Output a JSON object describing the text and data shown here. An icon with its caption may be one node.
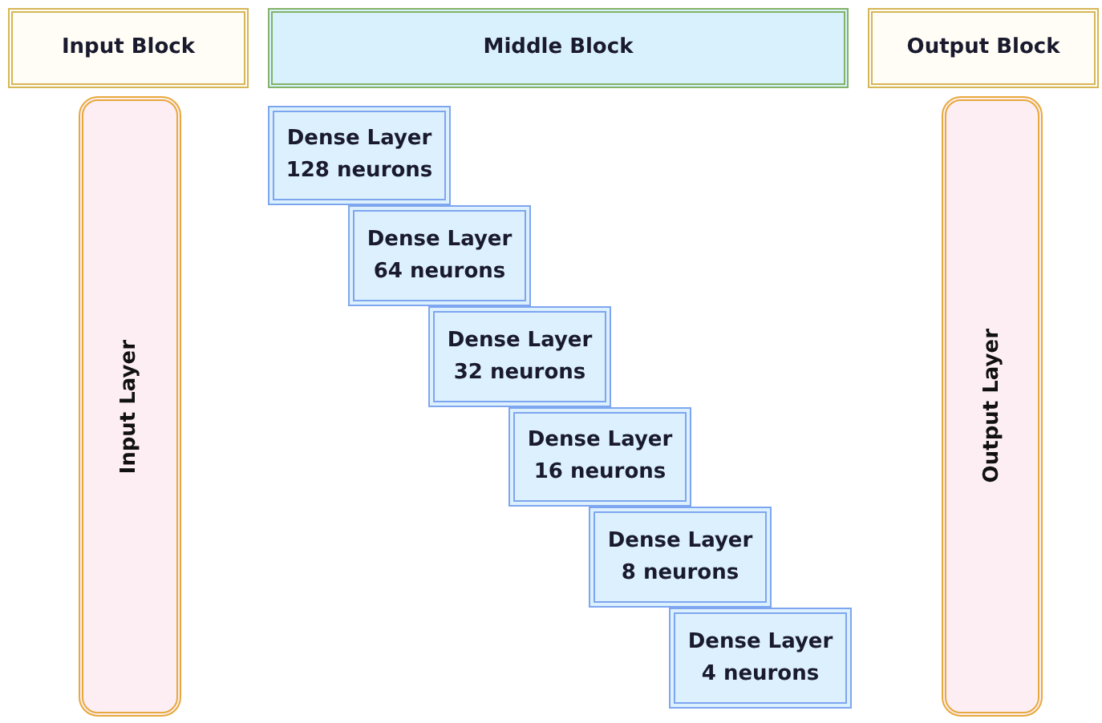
{
  "diagram": {
    "nodes": [
      {
        "text": [
          "Input Block"
        ]
      },
      {
        "text": [
          "Middle Block"
        ]
      },
      {
        "text": [
          "Output Block"
        ]
      },
      {
        "text": [
          "Input Layer"
        ]
      },
      {
        "text": [
          "Dense Layer 128 neurons"
        ]
      },
      {
        "text": [
          "Dense Layer 64 neurons"
        ]
      },
      {
        "text": [
          "Dense Layer 32 neurons"
        ]
      },
      {
        "text": [
          "Dense Layer 16 neurons"
        ]
      },
      {
        "text": [
          "Dense Layer 8 neurons"
        ]
      },
      {
        "text": [
          "Dense Layer 4 neurons"
        ]
      },
      {
        "text": [
          "Output Layer"
        ]
      }
    ],
    "edges": []
  }
}
